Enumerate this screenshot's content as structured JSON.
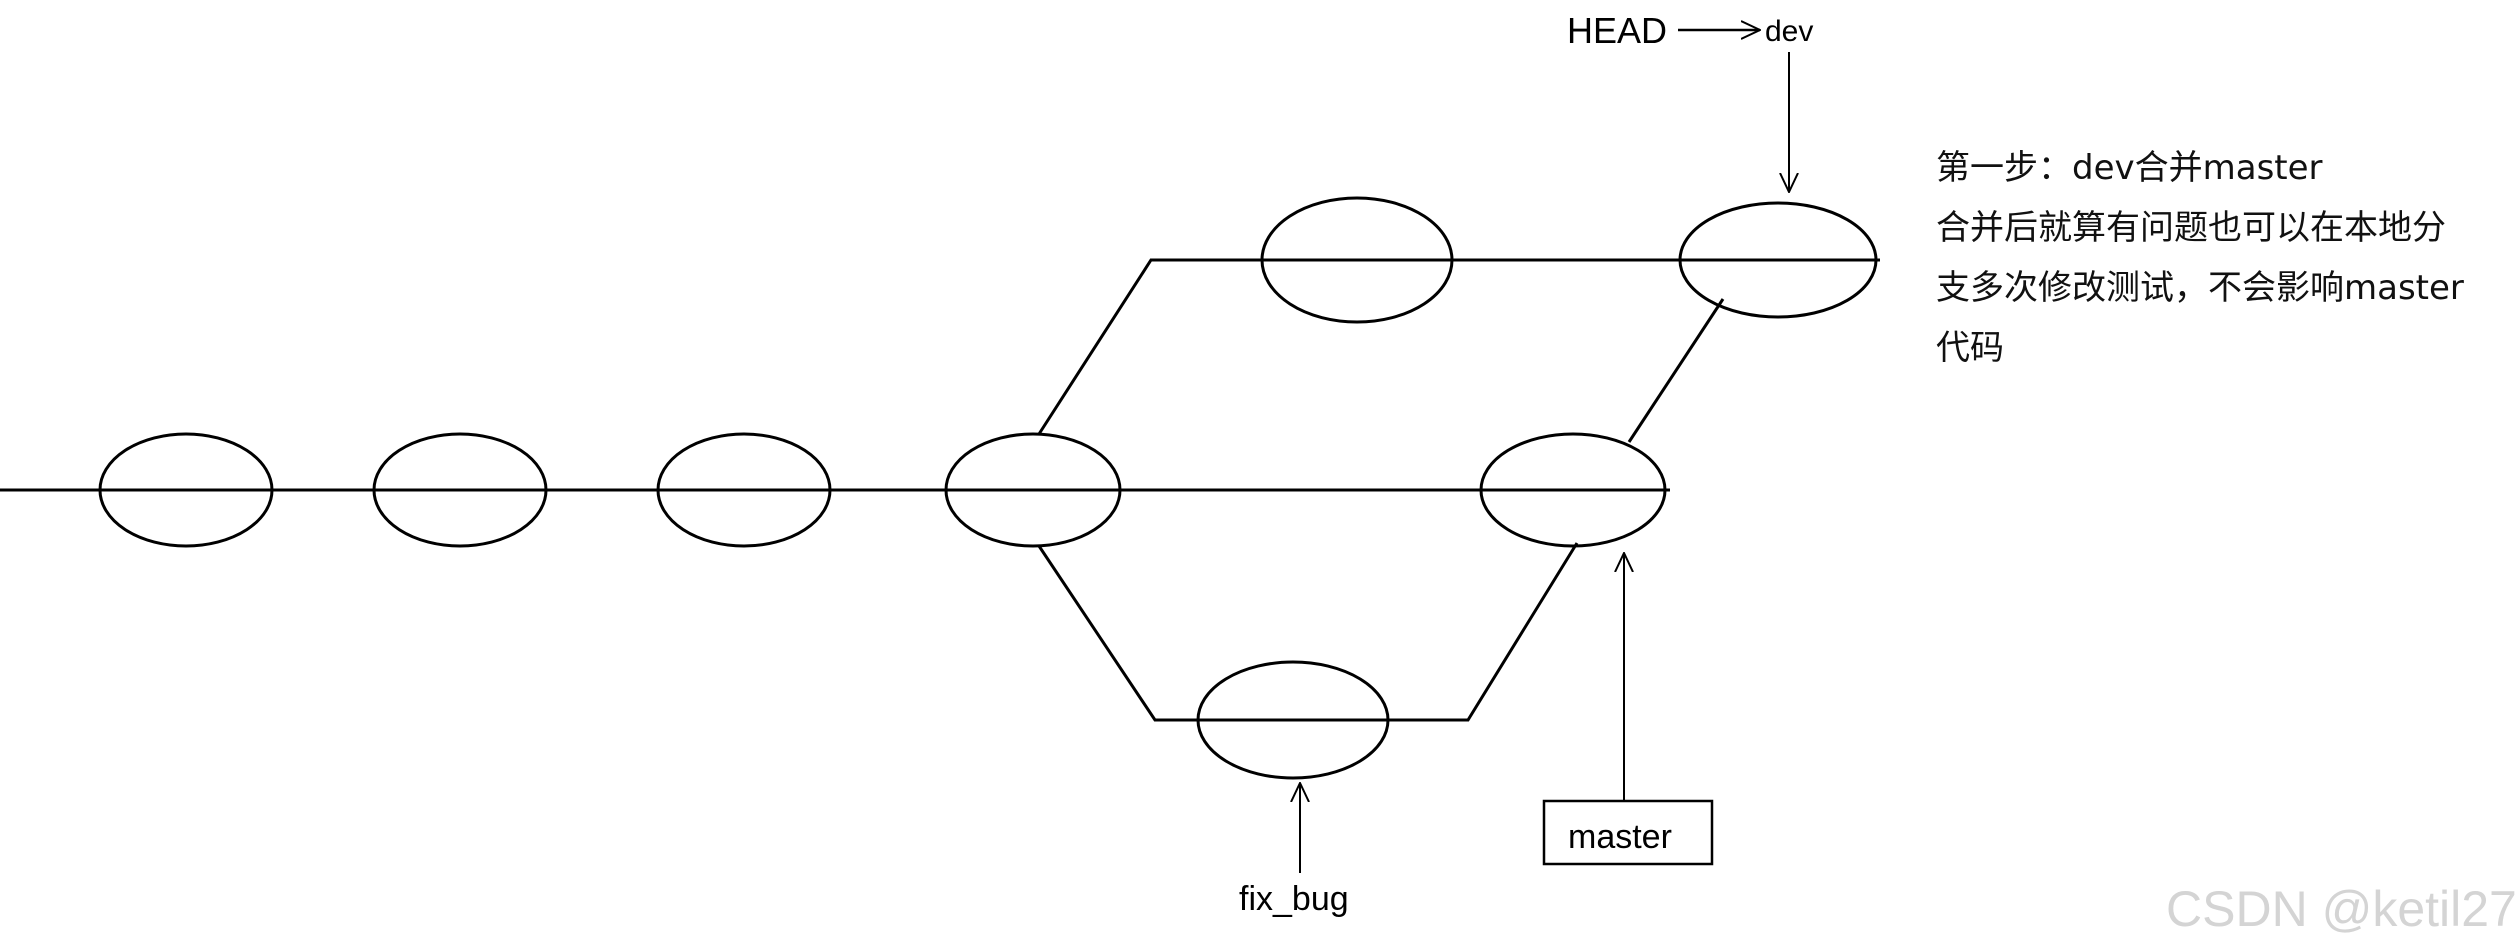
{
  "labels": {
    "head": "HEAD",
    "dev": "dev",
    "fix_bug": "fix_bug",
    "master": "master"
  },
  "note": {
    "lines": [
      "第一步：dev合并master",
      "合并后就算有问题也可以在本地分",
      "支多次修改测试，不会影响master",
      "代码"
    ]
  },
  "watermark": "CSDN @ketil27",
  "colors": {
    "stroke": "#000000",
    "background": "#ffffff",
    "watermark": "#d4d4d4"
  }
}
